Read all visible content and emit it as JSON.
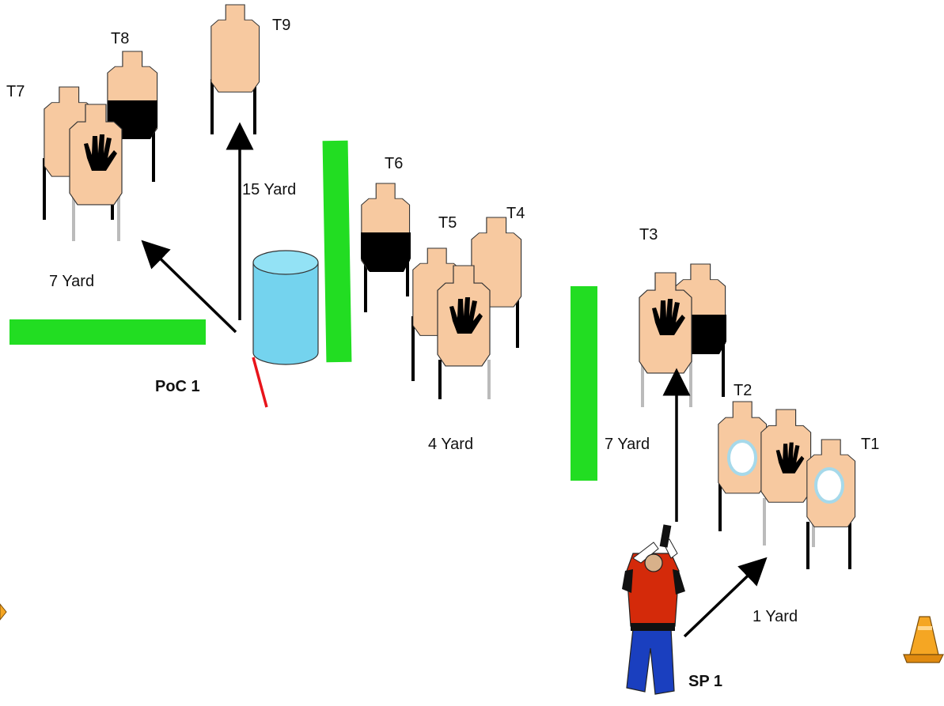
{
  "colors": {
    "target_fill": "#f7c9a0",
    "no_shoot_black": "#000000",
    "wall_green": "#22dd22",
    "barrel_blue": "#74d3ee",
    "fault_line_red": "#e8141b",
    "popper_ring": "#a6d9ea",
    "cone_orange": "#f5a623",
    "shooter_vest": "#d42a0a",
    "shooter_pants": "#1a3fbf"
  },
  "targets": {
    "t1": "T1",
    "t2": "T2",
    "t3": "T3",
    "t4": "T4",
    "t5": "T5",
    "t6": "T6",
    "t7": "T7",
    "t8": "T8",
    "t9": "T9"
  },
  "distances": {
    "seven_yard_left": "7 Yard",
    "fifteen_yard": "15 Yard",
    "four_yard": "4 Yard",
    "seven_yard_right": "7 Yard",
    "one_yard": "1 Yard"
  },
  "positions": {
    "poc": "PoC 1",
    "start": "SP 1"
  },
  "icons": [
    "no-shoot-hand-icon",
    "cone-icon",
    "shooter-icon",
    "barrel-icon"
  ]
}
